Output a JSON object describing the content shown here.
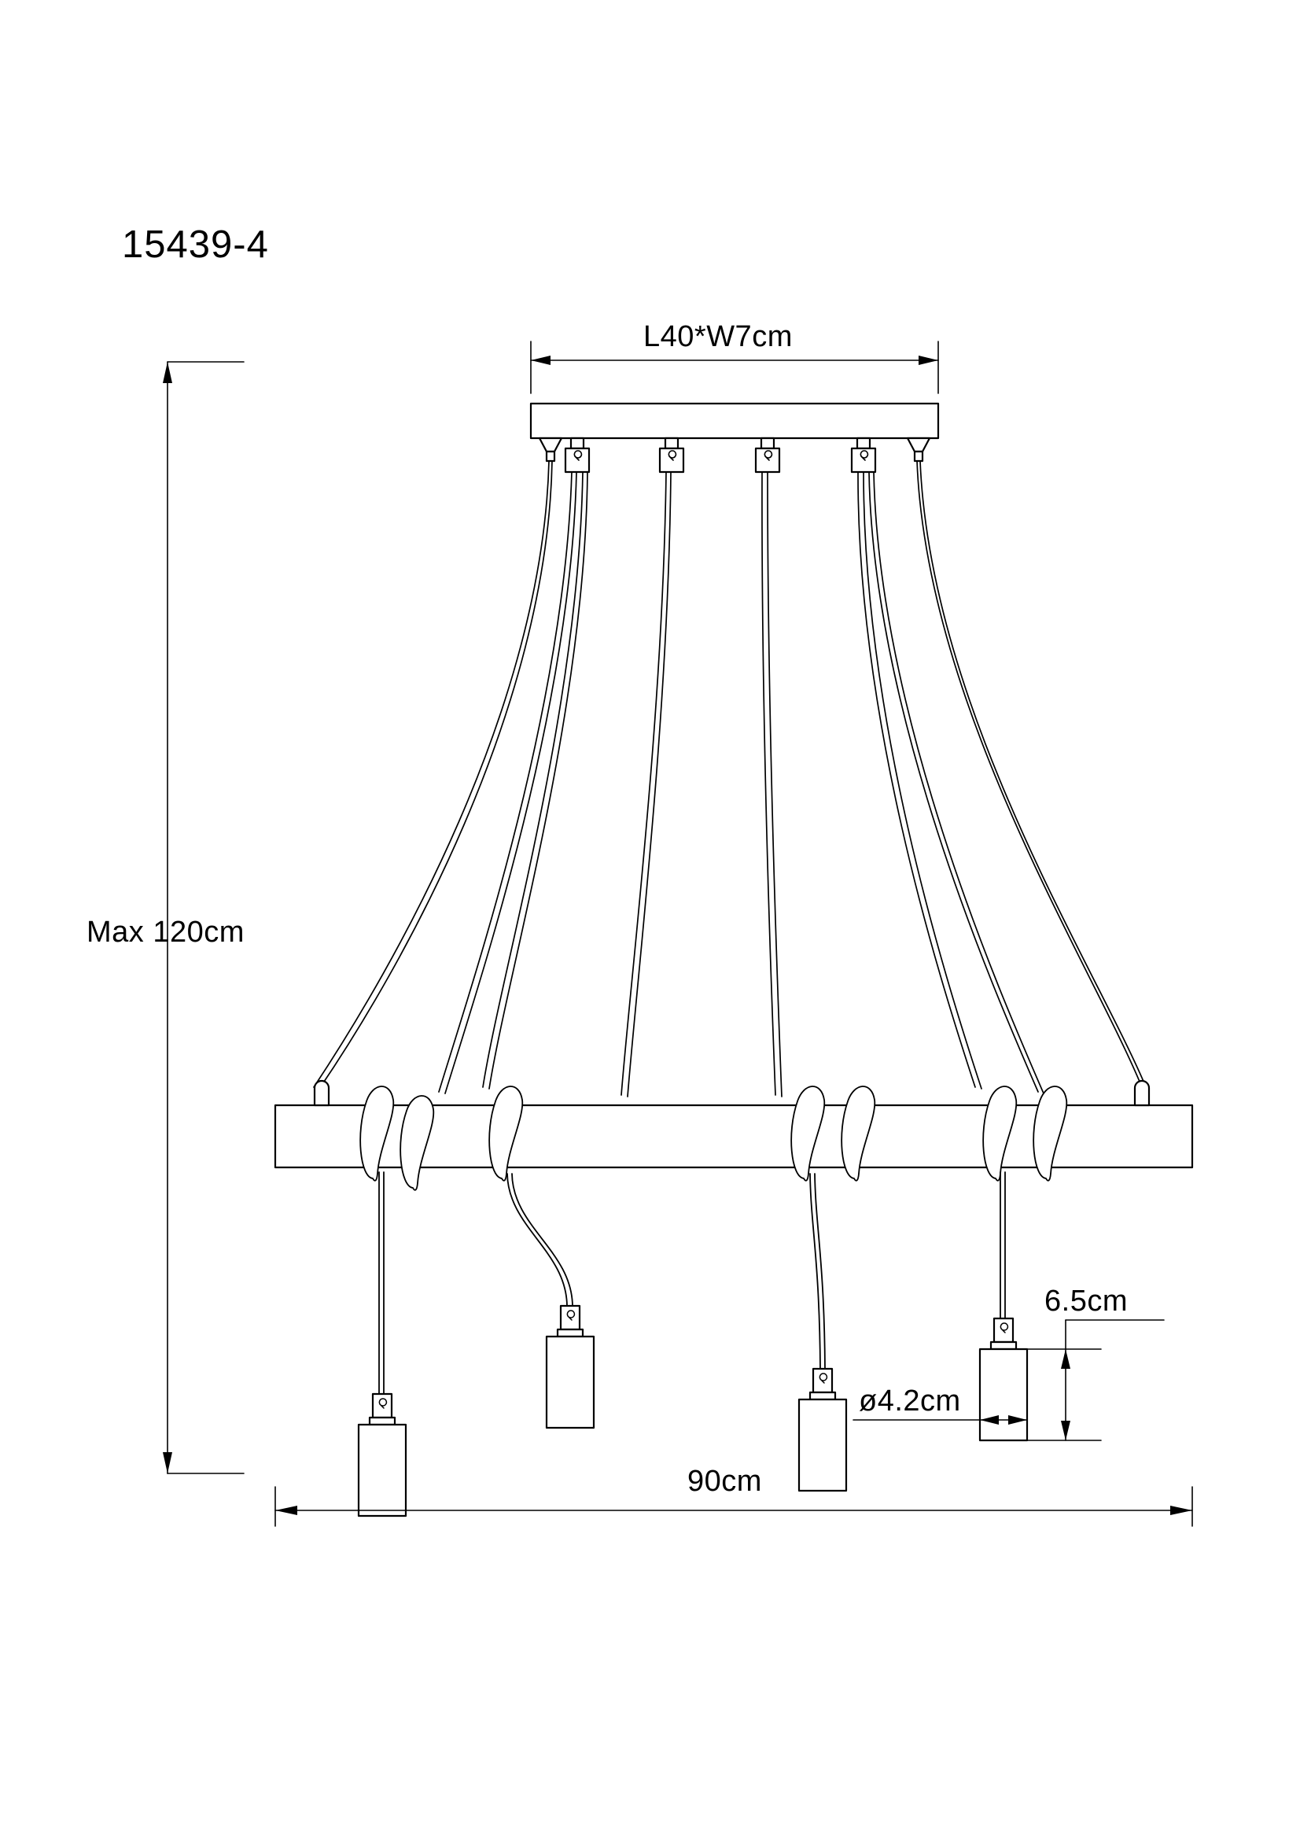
{
  "drawing": {
    "title": "15439-4",
    "type": "technical-line-drawing",
    "subject": "4-light linear pendant chandelier",
    "units": "cm",
    "line_color": "#000000",
    "background_color": "#ffffff"
  },
  "dimensions": {
    "canopy": {
      "label": "L40*W7cm",
      "length_cm": 40,
      "width_cm": 7
    },
    "max_drop": {
      "label": "Max 120cm",
      "value_cm": 120
    },
    "overall_width": {
      "label": "90cm",
      "value_cm": 90
    },
    "shade_diameter": {
      "label": "ø4.2cm",
      "value_cm": 4.2
    },
    "shade_height": {
      "label": "6.5cm",
      "value_cm": 6.5
    }
  },
  "components": {
    "canopy": "ceiling-mount-plate",
    "beam": "horizontal-bar",
    "suspension_cables": 6,
    "pendant_lamps": 4,
    "cable_loops": 6
  }
}
